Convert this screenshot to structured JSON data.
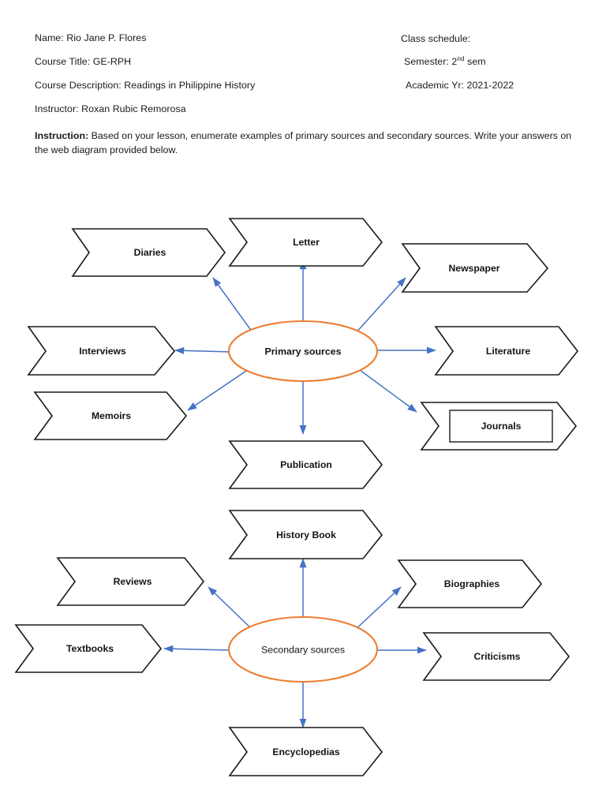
{
  "header": {
    "left_fields": [
      {
        "label": "Name:",
        "value": "Rio Jane P. Flores",
        "full": "Name: Rio Jane P. Flores"
      },
      {
        "label": "Course Title:",
        "value": "GE-RPH",
        "full": "Course Title: GE-RPH"
      },
      {
        "label": "Course Description:",
        "value": "Readings in Philippine History",
        "full": "Course Description: Readings in Philippine History"
      },
      {
        "label": "Instructor:",
        "value": "Roxan Rubic Remorosa",
        "full": "Instructor: Roxan Rubic Remorosa"
      }
    ],
    "right_fields": {
      "class_schedule": "Class schedule:",
      "semester_label": "Semester: 2",
      "semester_sup": "nd",
      "semester_suffix": " sem",
      "academic_year": "Academic Yr: 2021-2022"
    }
  },
  "instruction": {
    "bold_lead": "Instruction:",
    "text": " Based on your lesson, enumerate examples of primary sources and secondary sources. Write your answers on the web diagram provided below."
  },
  "diagrams": [
    {
      "id": "primary",
      "hub": "Primary sources",
      "hub_bold": true,
      "nodes": [
        {
          "label": "Diaries",
          "position": "top-left"
        },
        {
          "label": "Letter",
          "position": "top-center"
        },
        {
          "label": "Newspaper",
          "position": "top-right"
        },
        {
          "label": "Interviews",
          "position": "mid-left"
        },
        {
          "label": "Literature",
          "position": "mid-right"
        },
        {
          "label": "Memoirs",
          "position": "bottom-left"
        },
        {
          "label": "Journals",
          "position": "bottom-right",
          "nested_box": true
        },
        {
          "label": "Publication",
          "position": "bottom-center"
        }
      ]
    },
    {
      "id": "secondary",
      "hub": "Secondary sources",
      "hub_bold": false,
      "nodes": [
        {
          "label": "History Book",
          "position": "top-center"
        },
        {
          "label": "Reviews",
          "position": "top-left"
        },
        {
          "label": "Biographies",
          "position": "top-right"
        },
        {
          "label": "Textbooks",
          "position": "mid-left"
        },
        {
          "label": "Criticisms",
          "position": "mid-right"
        },
        {
          "label": "Encyclopedias",
          "position": "bottom-center"
        }
      ]
    }
  ],
  "colors": {
    "hub_outline": "#ED7D31",
    "connector": "#4472C4",
    "shape_outline": "#191919",
    "text": "#141414",
    "page_background": "#ffffff"
  }
}
